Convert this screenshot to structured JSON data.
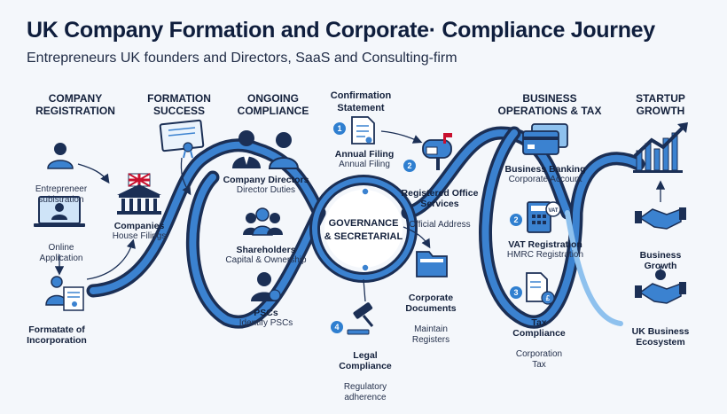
{
  "title": "UK Company Formation and Corporate· Compliance Journey",
  "subtitle": "Entrepreneurs  UK founders and Directors, SaaS and Consulting-firm",
  "headers": {
    "company_registration": "COMPANY\nREGISTRATION",
    "formation_success": "FORMATION\nSUCCESS",
    "ongoing_compliance": "ONGOING\nCOMPLIANCE",
    "confirmation_statement": "Confirmation\nStatement",
    "business_operations": "BUSINESS\nOPERATIONS & TAX",
    "startup_growth": "STARTUP\nGROWTH"
  },
  "hub": {
    "line1": "GOVERNANCE",
    "line2": "& SECRETARIAL"
  },
  "nodes": {
    "entrepreneur": "Entrepreneer\nsubistration",
    "online_application": "Online\nApplication",
    "certificate": "Formatate of\nIncorporation",
    "companies_house": {
      "title": "Companies",
      "note": "House Filings"
    },
    "directors": {
      "title": "Company Directors",
      "note": "Director Duties"
    },
    "shareholders": {
      "title": "Shareholders",
      "note": "Capital & Ownership"
    },
    "pscs": {
      "title": "PSCs",
      "note": "Identify PSCs"
    },
    "annual_filing": {
      "title": "Annual Filing",
      "note": "Annual Filing"
    },
    "registered_office": {
      "title": "Registered Office\nServices",
      "note": "Official Address"
    },
    "corporate_documents": {
      "title": "Corporate\nDocuments",
      "note": "Maintain\nRegisters"
    },
    "legal_compliance": {
      "title": "Legal\nCompliance",
      "note": "Regulatory\nadherence"
    },
    "business_banking": {
      "title": "Business Banking",
      "note": "Corporate Account"
    },
    "vat_registration": {
      "title": "VAT Registration",
      "note": "HMRC Registration"
    },
    "tax_compliance": {
      "title": "Tax\nCompliance",
      "note": "Corporation\nTax"
    },
    "business_growth": {
      "title": "Business\nGrowth"
    },
    "uk_ecosystem": {
      "title": "UK Business\nEcosystem"
    }
  },
  "steps": [
    "1",
    "2",
    "4",
    "2",
    "3"
  ],
  "colors": {
    "navy": "#1b2f55",
    "blue": "#3b82d0",
    "light_blue": "#8ec1ee",
    "background": "#f4f7fb"
  }
}
